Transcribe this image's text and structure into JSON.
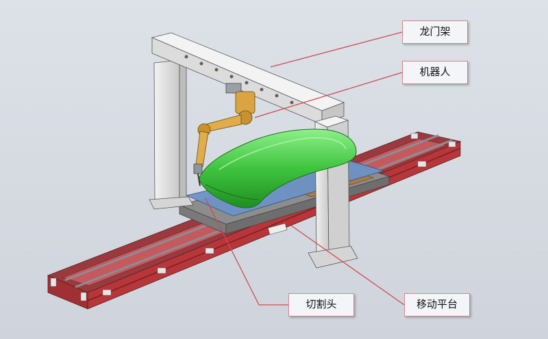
{
  "labels": {
    "gantry": "龙门架",
    "robot": "机器人",
    "cutting_head": "切割头",
    "moving_platform": "移动平台"
  },
  "colors": {
    "background": "#d7dbe2",
    "rail_frame": "#b7363a",
    "gantry_frame": "#e6e6e6",
    "workpiece": "#3fc43f",
    "robot_arm": "#d9a441",
    "leader_line": "#d04a50"
  }
}
